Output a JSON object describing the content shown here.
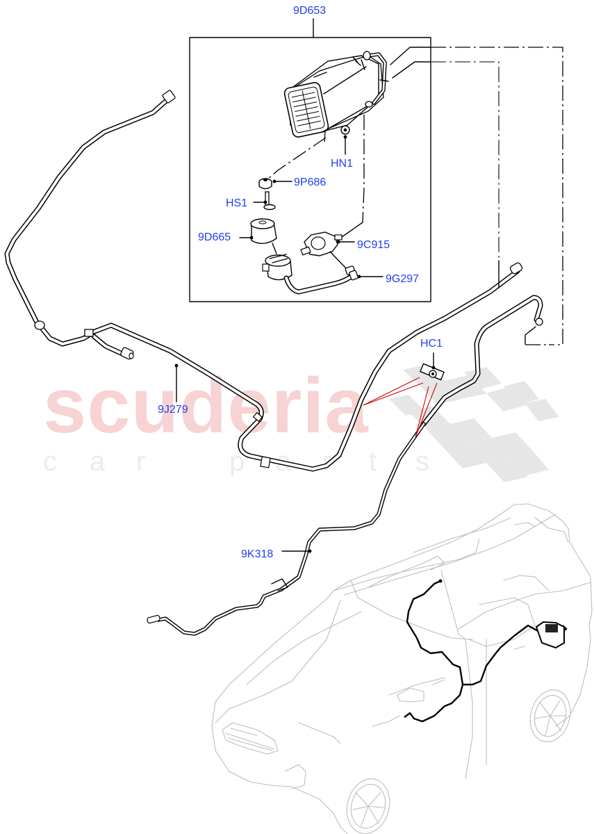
{
  "diagram": {
    "type": "exploded-parts-diagram",
    "subject": "Evaporative emission canister and vapour lines",
    "colors": {
      "callout_text": "#1f3ff0",
      "line": "#000000",
      "leader_highlight": "#d40000",
      "vehicle_outline": "#bdbdbd",
      "watermark_red": "#f7d3d3",
      "watermark_grey": "#ececec"
    },
    "callouts": [
      {
        "id": "9D653",
        "label": "9D653",
        "part": "canister-assembly-group"
      },
      {
        "id": "HN1",
        "label": "HN1",
        "part": "nut"
      },
      {
        "id": "9P686",
        "label": "9P686",
        "part": "grommet"
      },
      {
        "id": "HS1",
        "label": "HS1",
        "part": "stud-bolt"
      },
      {
        "id": "9D665",
        "label": "9D665",
        "part": "filter"
      },
      {
        "id": "9C915",
        "label": "9C915",
        "part": "purge-valve"
      },
      {
        "id": "9G297",
        "label": "9G297",
        "part": "hose"
      },
      {
        "id": "9J279",
        "label": "9J279",
        "part": "vapour-line"
      },
      {
        "id": "HC1",
        "label": "HC1",
        "part": "clip"
      },
      {
        "id": "9K318",
        "label": "9K318",
        "part": "vapour-pipe"
      }
    ]
  },
  "watermark": {
    "brand": "scuderia",
    "tagline_letters": [
      "c",
      "a",
      "r",
      "",
      "p",
      "a",
      "r",
      "t",
      "s"
    ]
  }
}
